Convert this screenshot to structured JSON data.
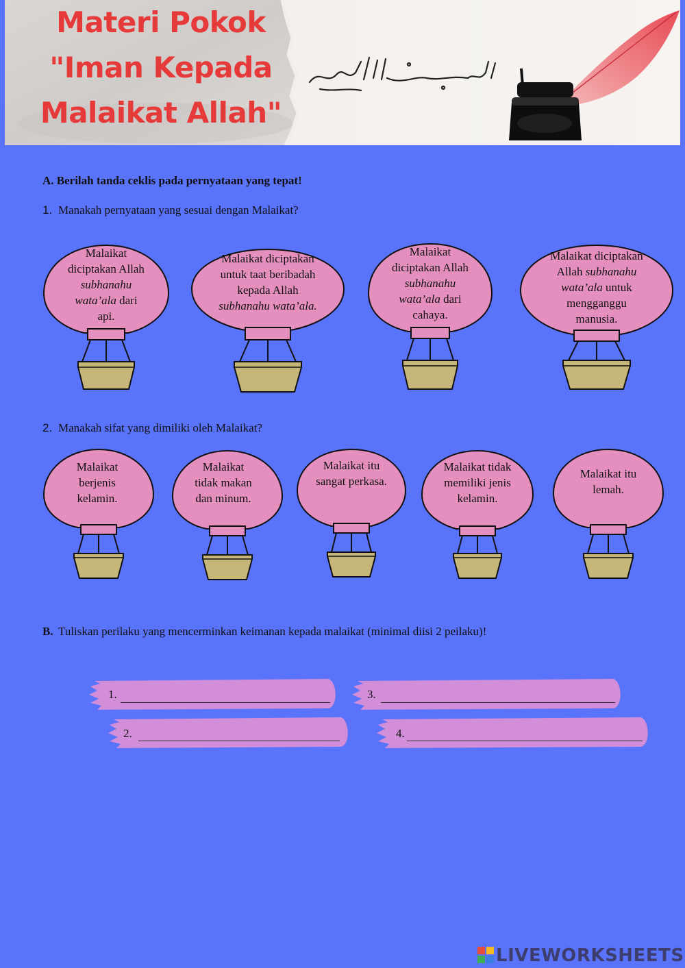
{
  "banner": {
    "title_lines": [
      "Materi Pokok",
      "\"Iman Kepada",
      "Malaikat Allah\""
    ]
  },
  "section_a": {
    "heading": "A. Berilah tanda ceklis pada pernyataan yang tepat!",
    "q1": {
      "number": "1.",
      "text": "Manakah pernyataan yang sesuai dengan Malaikat?",
      "options": [
        {
          "l1": "Malaikat",
          "l2": "diciptakan Allah",
          "l3": "subhanahu",
          "l4a": "wata’ala",
          "l4b": " dari",
          "l5": "api."
        },
        {
          "l1": "Malaikat diciptakan",
          "l2": "untuk taat beribadah",
          "l3": "kepada Allah",
          "l4": "subhanahu wata’ala."
        },
        {
          "l1": "Malaikat",
          "l2": "diciptakan Allah",
          "l3": "subhanahu",
          "l4a": "wata’ala",
          "l4b": " dari",
          "l5": "cahaya."
        },
        {
          "l1": "Malaikat diciptakan",
          "l2a": "Allah ",
          "l2b": "subhanahu",
          "l3a": "wata’ala",
          "l3b": " untuk",
          "l4": "mengganggu",
          "l5": "manusia."
        }
      ]
    },
    "q2": {
      "number": "2.",
      "text": "Manakah sifat yang dimiliki oleh Malaikat?",
      "options": [
        {
          "lines": [
            "Malaikat",
            "berjenis",
            "kelamin."
          ]
        },
        {
          "lines": [
            "Malaikat",
            "tidak makan",
            "dan minum."
          ]
        },
        {
          "lines": [
            "Malaikat itu",
            "sangat perkasa."
          ]
        },
        {
          "lines": [
            "Malaikat tidak",
            "memiliki jenis",
            "kelamin."
          ]
        },
        {
          "lines": [
            "Malaikat itu",
            "lemah."
          ]
        }
      ]
    }
  },
  "section_b": {
    "label": "B.",
    "text": "Tuliskan perilaku yang mencerminkan keimanan kepada malaikat (minimal diisi 2 peilaku)!",
    "answers": [
      {
        "number": "1."
      },
      {
        "number": "2."
      },
      {
        "number": "3."
      },
      {
        "number": "4."
      }
    ]
  },
  "footer": {
    "logo": "LIVEWORKSHEETS"
  },
  "colors": {
    "background": "#5a73fb",
    "balloon": "#e58fbf",
    "basket": "#c7b67a",
    "strip": "#d98fd6",
    "title": "#e63a3a"
  }
}
